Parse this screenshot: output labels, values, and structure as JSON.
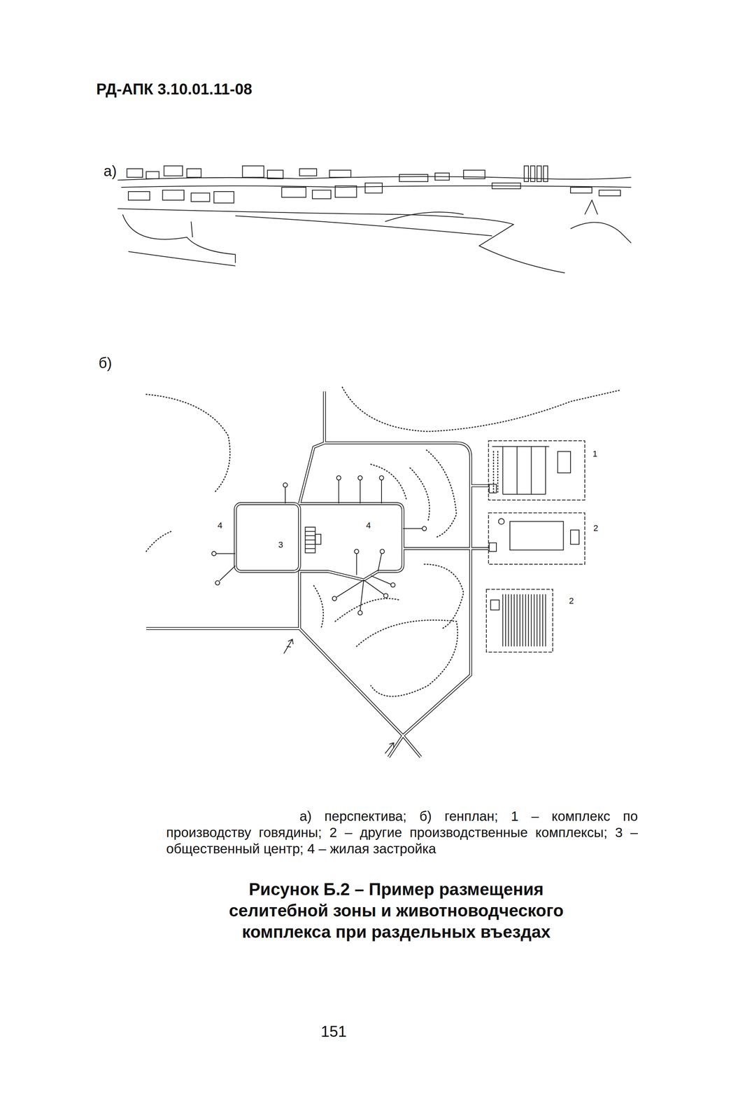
{
  "diagram": {
    "title": "Рисунок Б.2 – Пример размещения селитебной зоны и животноводческого комплекса при раздельных въездах",
    "caption": "а) перспектива; б) генплан; 1 – комплекс по производству говядины; 2 – другие производственные комплексы; 3 – общественный центр; 4 – жилая застройка",
    "labels": [
      "РД-АПК 3.10.01.11-08",
      "а)",
      "б)",
      "1",
      "2",
      "2",
      "4",
      "3",
      "4",
      "151"
    ]
  }
}
